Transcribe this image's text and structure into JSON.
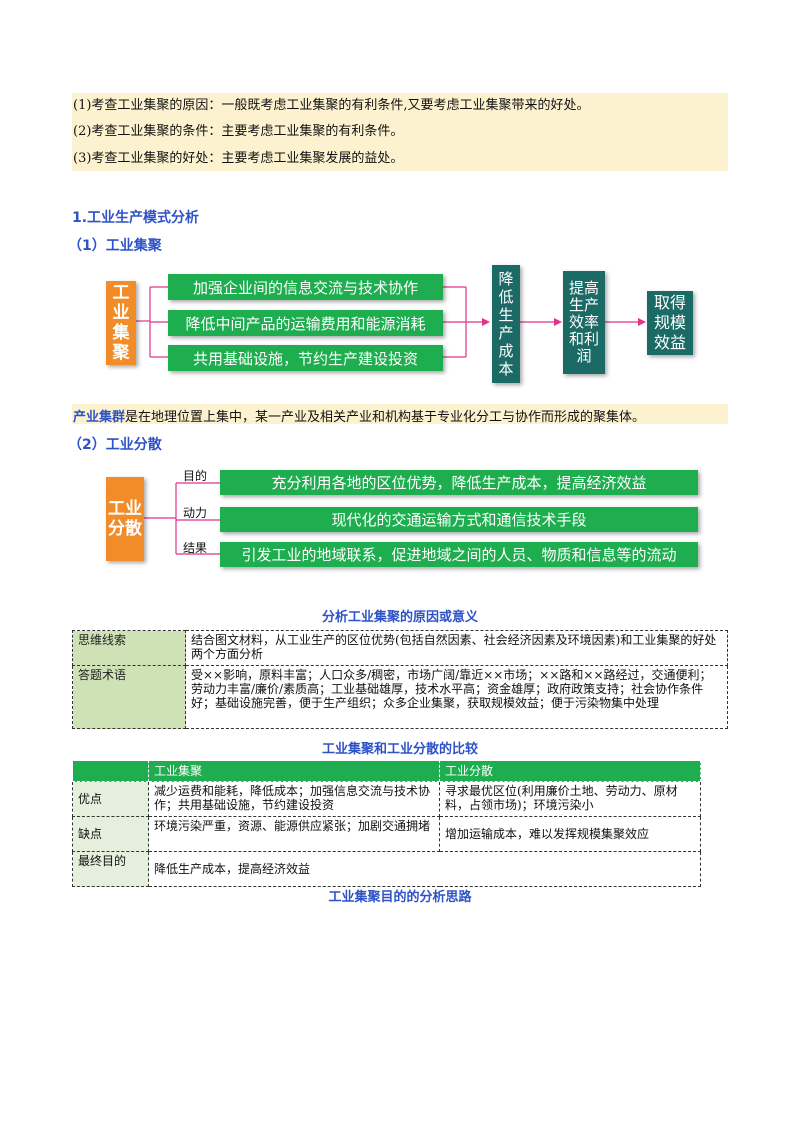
{
  "intro": {
    "line1": "(1)考查工业集聚的原因：一般既考虑工业集聚的有利条件,又要考虑工业集聚带来的好处。",
    "line2": "(2)考查工业集聚的条件：主要考虑工业集聚的有利条件。",
    "line3": "(3)考查工业集聚的好处：主要考虑工业集聚发展的益处。"
  },
  "section1": {
    "title": "1.工业生产模式分析",
    "sub1": "（1）工业集聚",
    "sub2": "（2）工业分散"
  },
  "agglomeration_diagram": {
    "root": "工业集聚",
    "items": [
      "加强企业间的信息交流与技术协作",
      "降低中间产品的运输费用和能源消耗",
      "共用基础设施，节约生产建设投资"
    ],
    "step1": "降低生产成本",
    "step2": "提高生产效率和利润",
    "step3": "取得规模效益"
  },
  "definition": {
    "term": "产业集群",
    "text": "是在地理位置上集中，某一产业及相关产业和机构基于专业化分工与协作而形成的聚集体。"
  },
  "dispersion_diagram": {
    "root": "工业分散",
    "labels": [
      "目的",
      "动力",
      "结果"
    ],
    "items": [
      "充分利用各地的区位优势，降低生产成本，提高经济效益",
      "现代化的交通运输方式和通信技术手段",
      "引发工业的地域联系，促进地域之间的人员、物质和信息等的流动"
    ]
  },
  "table1": {
    "caption": "分析工业集聚的原因或意义",
    "row1_label": "思维线索",
    "row1_text": "结合图文材料，从工业生产的区位优势(包括自然因素、社会经济因素及环境因素)和工业集聚的好处两个方面分析",
    "row2_label": "答题术语",
    "row2_text": "受××影响，原料丰富；人口众多/稠密，市场广阔/靠近××市场；××路和××路经过，交通便利；劳动力丰富/廉价/素质高；工业基础雄厚，技术水平高；资金雄厚；政府政策支持；社会协作条件好；基础设施完善，便于生产组织；众多企业集聚，获取规模效益；便于污染物集中处理"
  },
  "table2": {
    "caption": "工业集聚和工业分散的比较",
    "head_col1": "工业集聚",
    "head_col2": "工业分散",
    "adv_label": "优点",
    "adv_col1": "减少运费和能耗，降低成本；加强信息交流与技术协作；共用基础设施，节约建设投资",
    "adv_col2": "寻求最优区位(利用廉价土地、劳动力、原材料，占领市场)；环境污染小",
    "dis_label": "缺点",
    "dis_col1": "环境污染严重，资源、能源供应紧张；加剧交通拥堵",
    "dis_col2": "增加运输成本，难以发挥规模集聚效应",
    "goal_label": "最终目的",
    "goal_text": "降低生产成本，提高经济效益"
  },
  "footer_caption": "工业集聚目的的分析思路"
}
